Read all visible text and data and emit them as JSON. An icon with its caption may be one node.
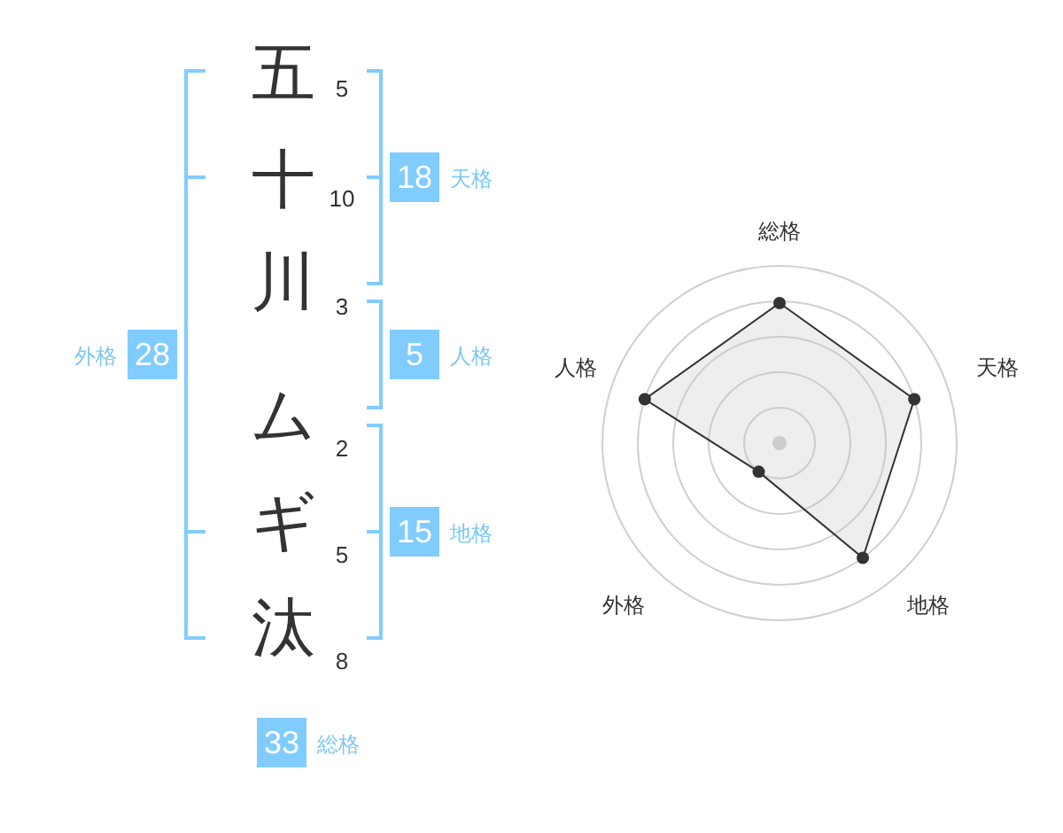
{
  "diagram": {
    "nodes": [
      {
        "text": [
          "18"
        ],
        "beside": [
          "天格"
        ]
      },
      {
        "text": [
          "28"
        ],
        "beside": [
          "外格"
        ]
      },
      {
        "text": [
          "5"
        ],
        "beside": [
          "人格"
        ]
      },
      {
        "text": [
          "15"
        ],
        "beside": [
          "地格"
        ]
      },
      {
        "text": [
          "33"
        ],
        "beside": [
          "総格"
        ]
      }
    ],
    "labels": [
      "五",
      "5",
      "十",
      "10",
      "川",
      "3",
      "ム",
      "2",
      "ギ",
      "5",
      "汰",
      "8",
      "総格",
      "人格",
      "天格",
      "外格",
      "地格"
    ]
  }
}
